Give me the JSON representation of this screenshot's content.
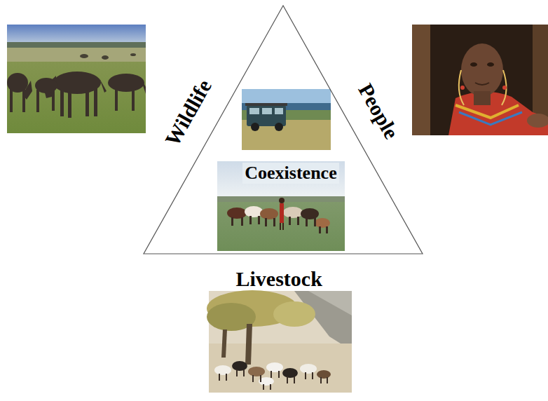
{
  "diagram": {
    "nodes": [
      {
        "text": [
          "Coexistence"
        ]
      }
    ],
    "labels": [
      "Wildlife",
      "People",
      "Livestock"
    ]
  }
}
